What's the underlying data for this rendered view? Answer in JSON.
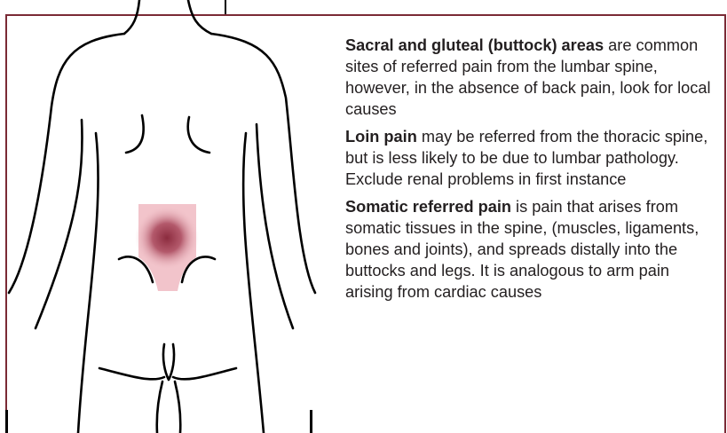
{
  "paragraphs": [
    {
      "bold": "Sacral and gluteal (buttock) areas",
      "text": " are common sites of referred pain from the lumbar spine, however, in the absence of back pain, look for local causes"
    },
    {
      "bold": "Loin pain",
      "text": " may be referred from the thoracic spine, but is less likely to be due to lumbar pathology. Exclude renal problems in first instance"
    },
    {
      "bold": "Somatic referred pain",
      "text": " is pain that arises from somatic tissues in the spine, (muscles, ligaments, bones and joints), and spreads distally into the buttocks and legs. It is analogous to arm pain arising from cardiac causes"
    }
  ],
  "colors": {
    "border": "#7a2a35",
    "pain_center": "#8b2b3e",
    "pain_region": "#f2c4cb"
  },
  "icons": [
    "body-outline-back-view",
    "pain-highlight"
  ]
}
